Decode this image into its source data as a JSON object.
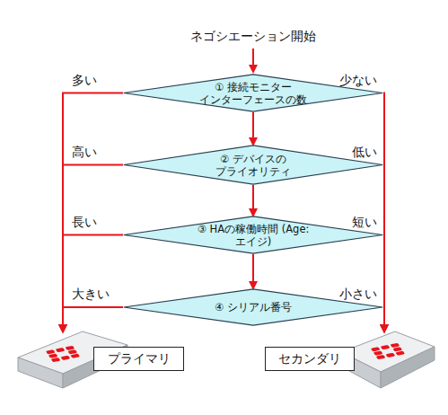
{
  "diagram": {
    "title": "ネゴシエーション開始",
    "nodes": [
      {
        "text": [
          "① 接続モニター インターフェースの数"
        ]
      },
      {
        "text": [
          "② デバイスの プライオリティ"
        ]
      },
      {
        "text": [
          "③ HAの稼働時間 (Age:エイジ)"
        ]
      },
      {
        "text": [
          "④ シリアル番号"
        ]
      },
      {
        "text": [
          "プライマリ"
        ]
      },
      {
        "text": [
          "セカンダリ"
        ]
      }
    ],
    "edges": [
      {
        "from": 0,
        "to": 1,
        "arrow": "to"
      },
      {
        "from": 1,
        "to": 2,
        "arrow": "to"
      },
      {
        "from": 2,
        "to": 3,
        "arrow": "to"
      },
      {
        "from": 0,
        "to": 4,
        "label": "多い",
        "arrow": "to"
      },
      {
        "from": 0,
        "to": 5,
        "label": "少ない",
        "arrow": "to"
      },
      {
        "from": 1,
        "to": 4,
        "label": "高い",
        "arrow": "to"
      },
      {
        "from": 1,
        "to": 5,
        "label": "低い",
        "arrow": "to"
      },
      {
        "from": 2,
        "to": 4,
        "label": "長い",
        "arrow": "to"
      },
      {
        "from": 2,
        "to": 5,
        "label": "短い",
        "arrow": "to"
      },
      {
        "from": 3,
        "to": 4,
        "label": "大きい",
        "arrow": "to"
      },
      {
        "from": 3,
        "to": 5,
        "label": "小さい",
        "arrow": "to"
      }
    ]
  }
}
